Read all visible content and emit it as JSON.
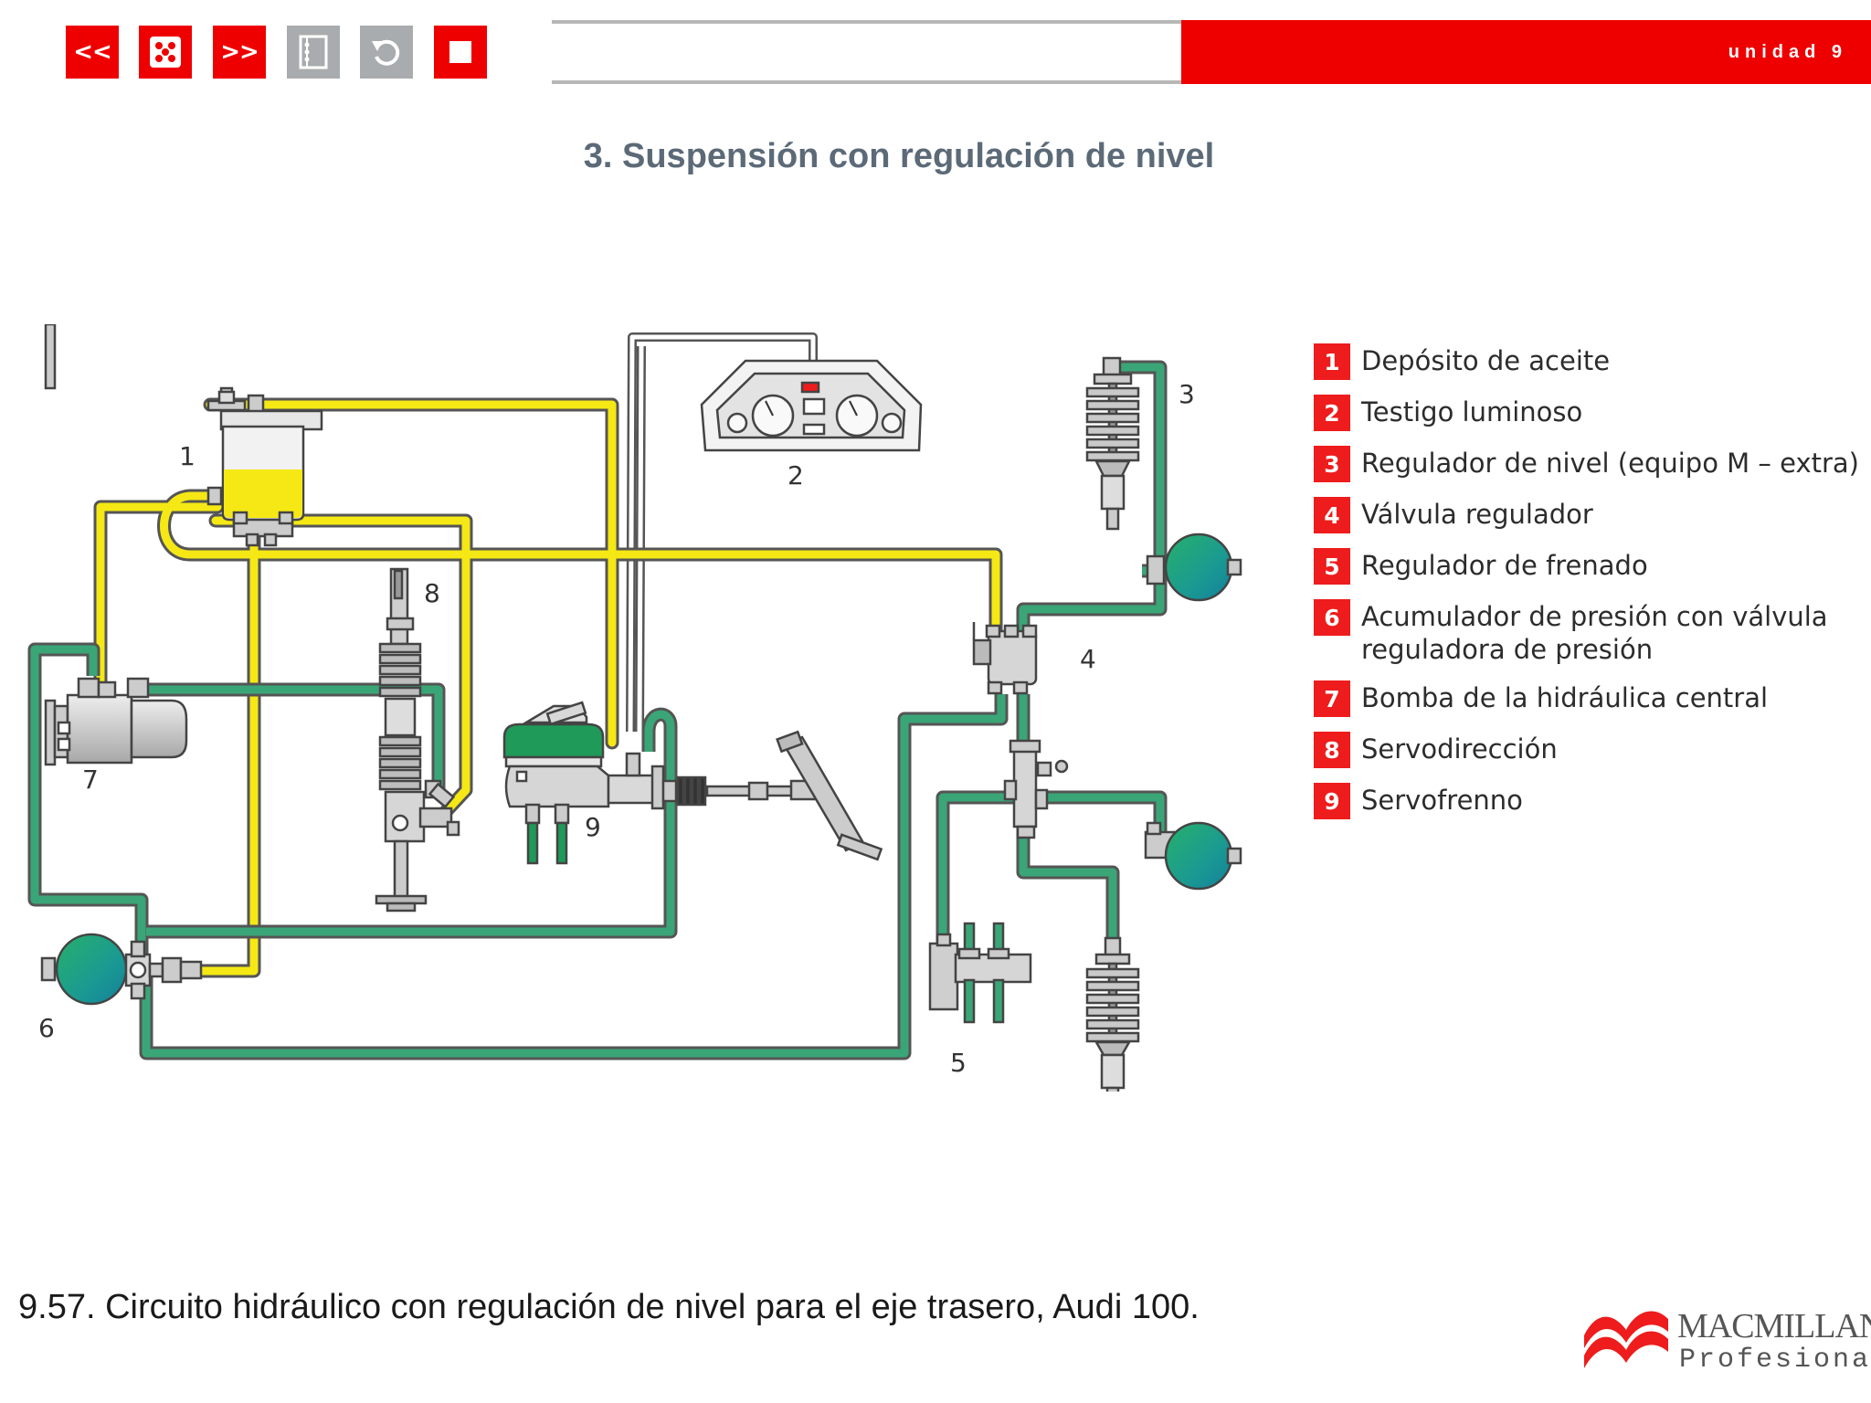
{
  "toolbar": {
    "buttons": [
      {
        "label": "<<",
        "icon": "previous-icon"
      },
      {
        "label": "",
        "icon": "menu-dots-icon"
      },
      {
        "label": ">>",
        "icon": "next-icon"
      },
      {
        "label": "",
        "icon": "index-icon"
      },
      {
        "label": "",
        "icon": "back-arrow-icon"
      },
      {
        "label": "",
        "icon": "stop-icon"
      }
    ]
  },
  "header": {
    "unit_label": "unidad 9",
    "accent_color": "#ee0000"
  },
  "page_title": "3. Suspensión con regulación de nivel",
  "diagram": {
    "labels": [
      "1",
      "2",
      "3",
      "4",
      "5",
      "6",
      "7",
      "8",
      "9"
    ],
    "colors": {
      "supply_line": "#f5e814",
      "pressure_line": "#3aa678",
      "accumulator": "#1f9e8c"
    }
  },
  "legend": [
    {
      "num": "1",
      "text": "Depósito de aceite"
    },
    {
      "num": "2",
      "text": "Testigo luminoso"
    },
    {
      "num": "3",
      "text": "Regulador de nivel (equipo M – extra)"
    },
    {
      "num": "4",
      "text": "Válvula regulador"
    },
    {
      "num": "5",
      "text": "Regulador de frenado"
    },
    {
      "num": "6",
      "text": "Acumulador de presión con válvula reguladora de presión"
    },
    {
      "num": "7",
      "text": "Bomba de la hidráulica central"
    },
    {
      "num": "8",
      "text": "Servodirección"
    },
    {
      "num": "9",
      "text": "Servofrenno"
    }
  ],
  "caption": "9.57. Circuito hidráulico con regulación de nivel para el eje trasero, Audi 100.",
  "logo": {
    "line1": "MACMILLAN",
    "line2": "Profesional"
  }
}
